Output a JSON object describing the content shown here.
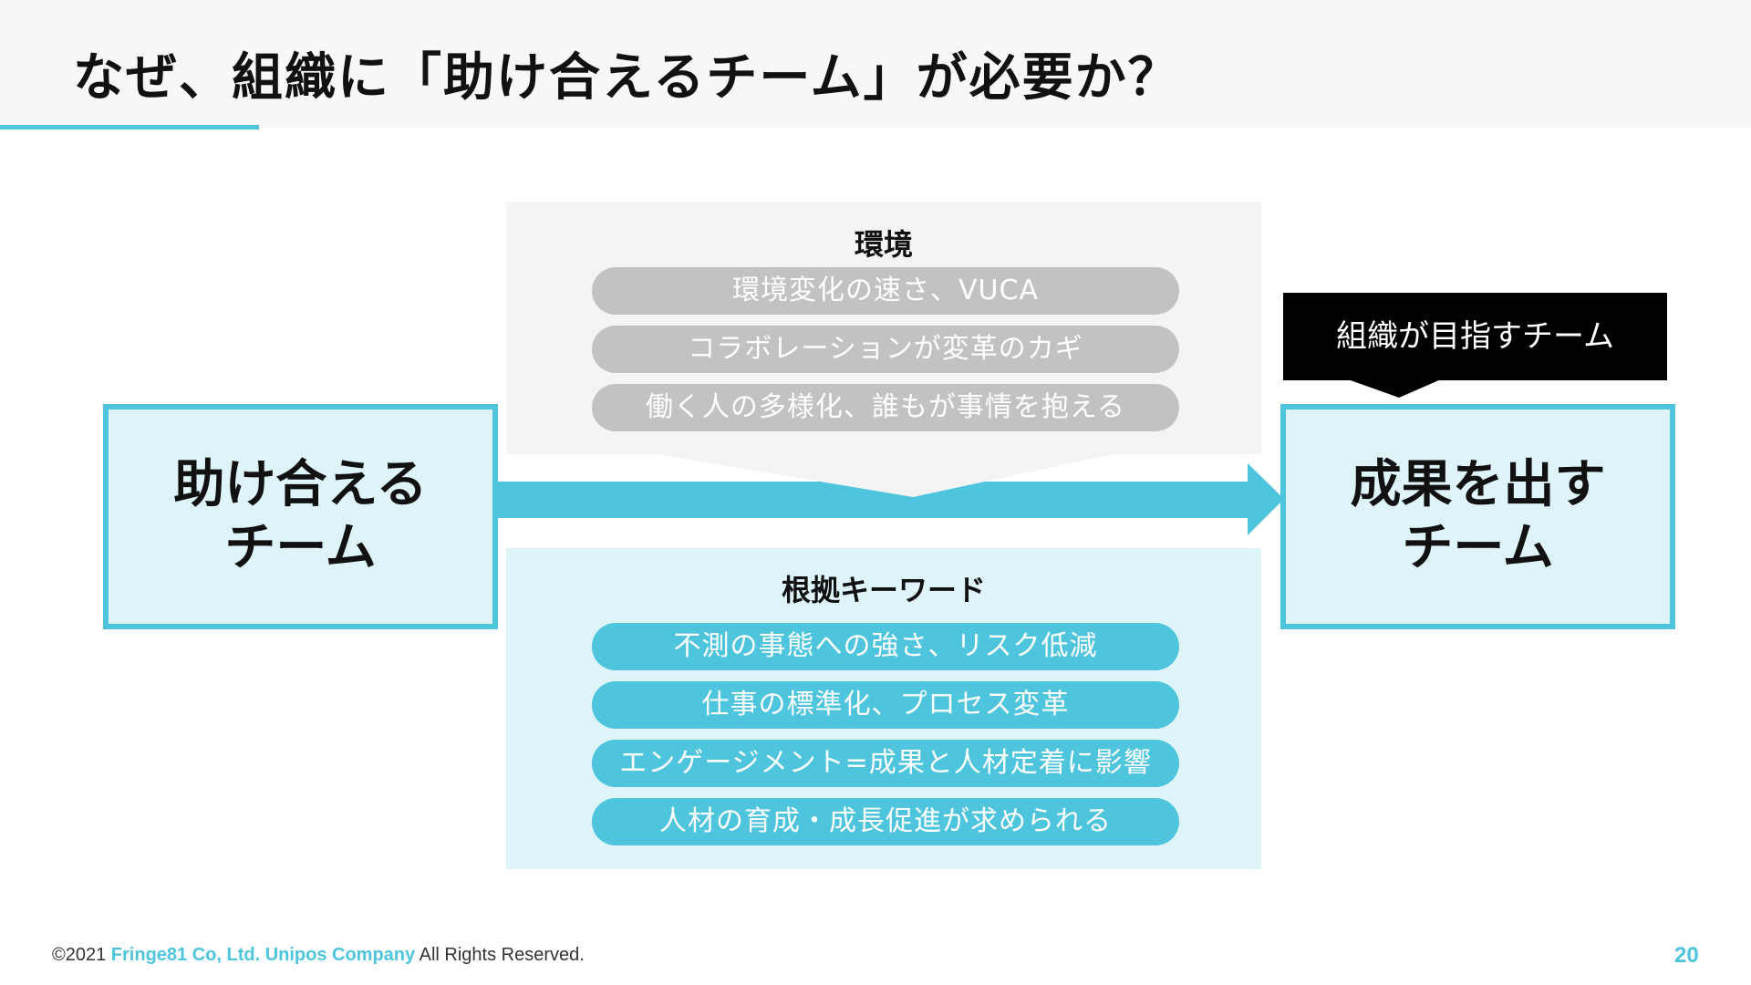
{
  "header": {
    "title": "なぜ、組織に「助け合えるチーム」が必要か？"
  },
  "environment": {
    "title": "環境",
    "items": [
      "環境変化の速さ、VUCA",
      "コラボレーションが変革のカギ",
      "働く人の多様化、誰もが事情を抱える"
    ]
  },
  "keywords": {
    "title": "根拠キーワード",
    "items": [
      "不測の事態への強さ、リスク低減",
      "仕事の標準化、プロセス変革",
      "エンゲージメント=成果と人材定着に影響",
      "人材の育成・成長促進が求められる"
    ]
  },
  "flow": {
    "left_box": "助け合える\nチーム",
    "right_box": "成果を出す\nチーム",
    "goal_label": "組織が目指すチーム"
  },
  "footer": {
    "copyright_prefix": "©2021 ",
    "brand": "Fringe81 Co, Ltd. Unipos Company",
    "rights": " All Rights Reserved.",
    "page_number": "20"
  },
  "colors": {
    "accent": "#4ec5dc",
    "light_accent": "#def4f9",
    "pill_gray": "#c2c2c2",
    "panel_gray": "#f4f4f4",
    "label_black": "#000000"
  }
}
